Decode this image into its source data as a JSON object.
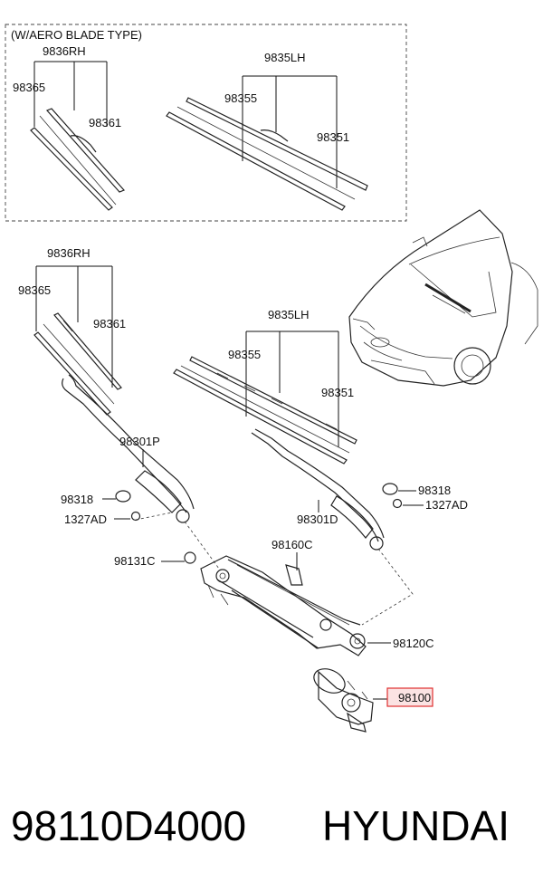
{
  "inset": {
    "title": "(W/AERO BLADE TYPE)"
  },
  "labels": {
    "inset_rh": "9836RH",
    "inset_rh_left": "98365",
    "inset_rh_right": "98361",
    "inset_lh": "9835LH",
    "inset_lh_left": "98355",
    "inset_lh_right": "98351",
    "rh": "9836RH",
    "rh_left": "98365",
    "rh_right": "98361",
    "lh": "9835LH",
    "lh_left": "98355",
    "lh_right": "98351",
    "arm_p": "98301P",
    "arm_d": "98301D",
    "cap_l": "98318",
    "nut_l": "1327AD",
    "cap_r": "98318",
    "nut_r": "1327AD",
    "pivot": "98131C",
    "bracket": "98160C",
    "linkage": "98120C",
    "motor": "98100"
  },
  "footer": {
    "part_number": "98110D4000",
    "brand": "HYUNDAI"
  },
  "colors": {
    "highlight": "#e03030",
    "highlight_fill": "#fbe3e3"
  }
}
